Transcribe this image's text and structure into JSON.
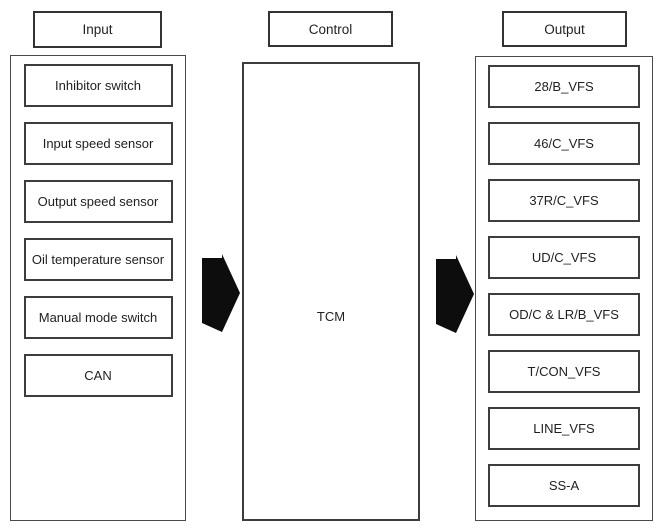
{
  "diagram": {
    "title": "TCM input / control / output block diagram",
    "colors": {
      "border": "#3d3d3d",
      "group_border": "#4a4a4a",
      "arrow_fill": "#0d0d0d",
      "background": "#ffffff"
    },
    "columns": [
      {
        "id": "input",
        "header": "Input",
        "items": [
          "Inhibitor switch",
          "Input speed sensor",
          "Output speed sensor",
          "Oil temperature sensor",
          "Manual mode switch",
          "CAN"
        ]
      },
      {
        "id": "control",
        "header": "Control",
        "items": [
          "TCM"
        ]
      },
      {
        "id": "output",
        "header": "Output",
        "items": [
          "28/B_VFS",
          "46/C_VFS",
          "37R/C_VFS",
          "UD/C_VFS",
          "OD/C & LR/B_VFS",
          "T/CON_VFS",
          "LINE_VFS",
          "SS-A"
        ]
      }
    ],
    "arrows": [
      {
        "id": "input-to-control",
        "direction": "right"
      },
      {
        "id": "control-to-output",
        "direction": "right"
      }
    ]
  }
}
